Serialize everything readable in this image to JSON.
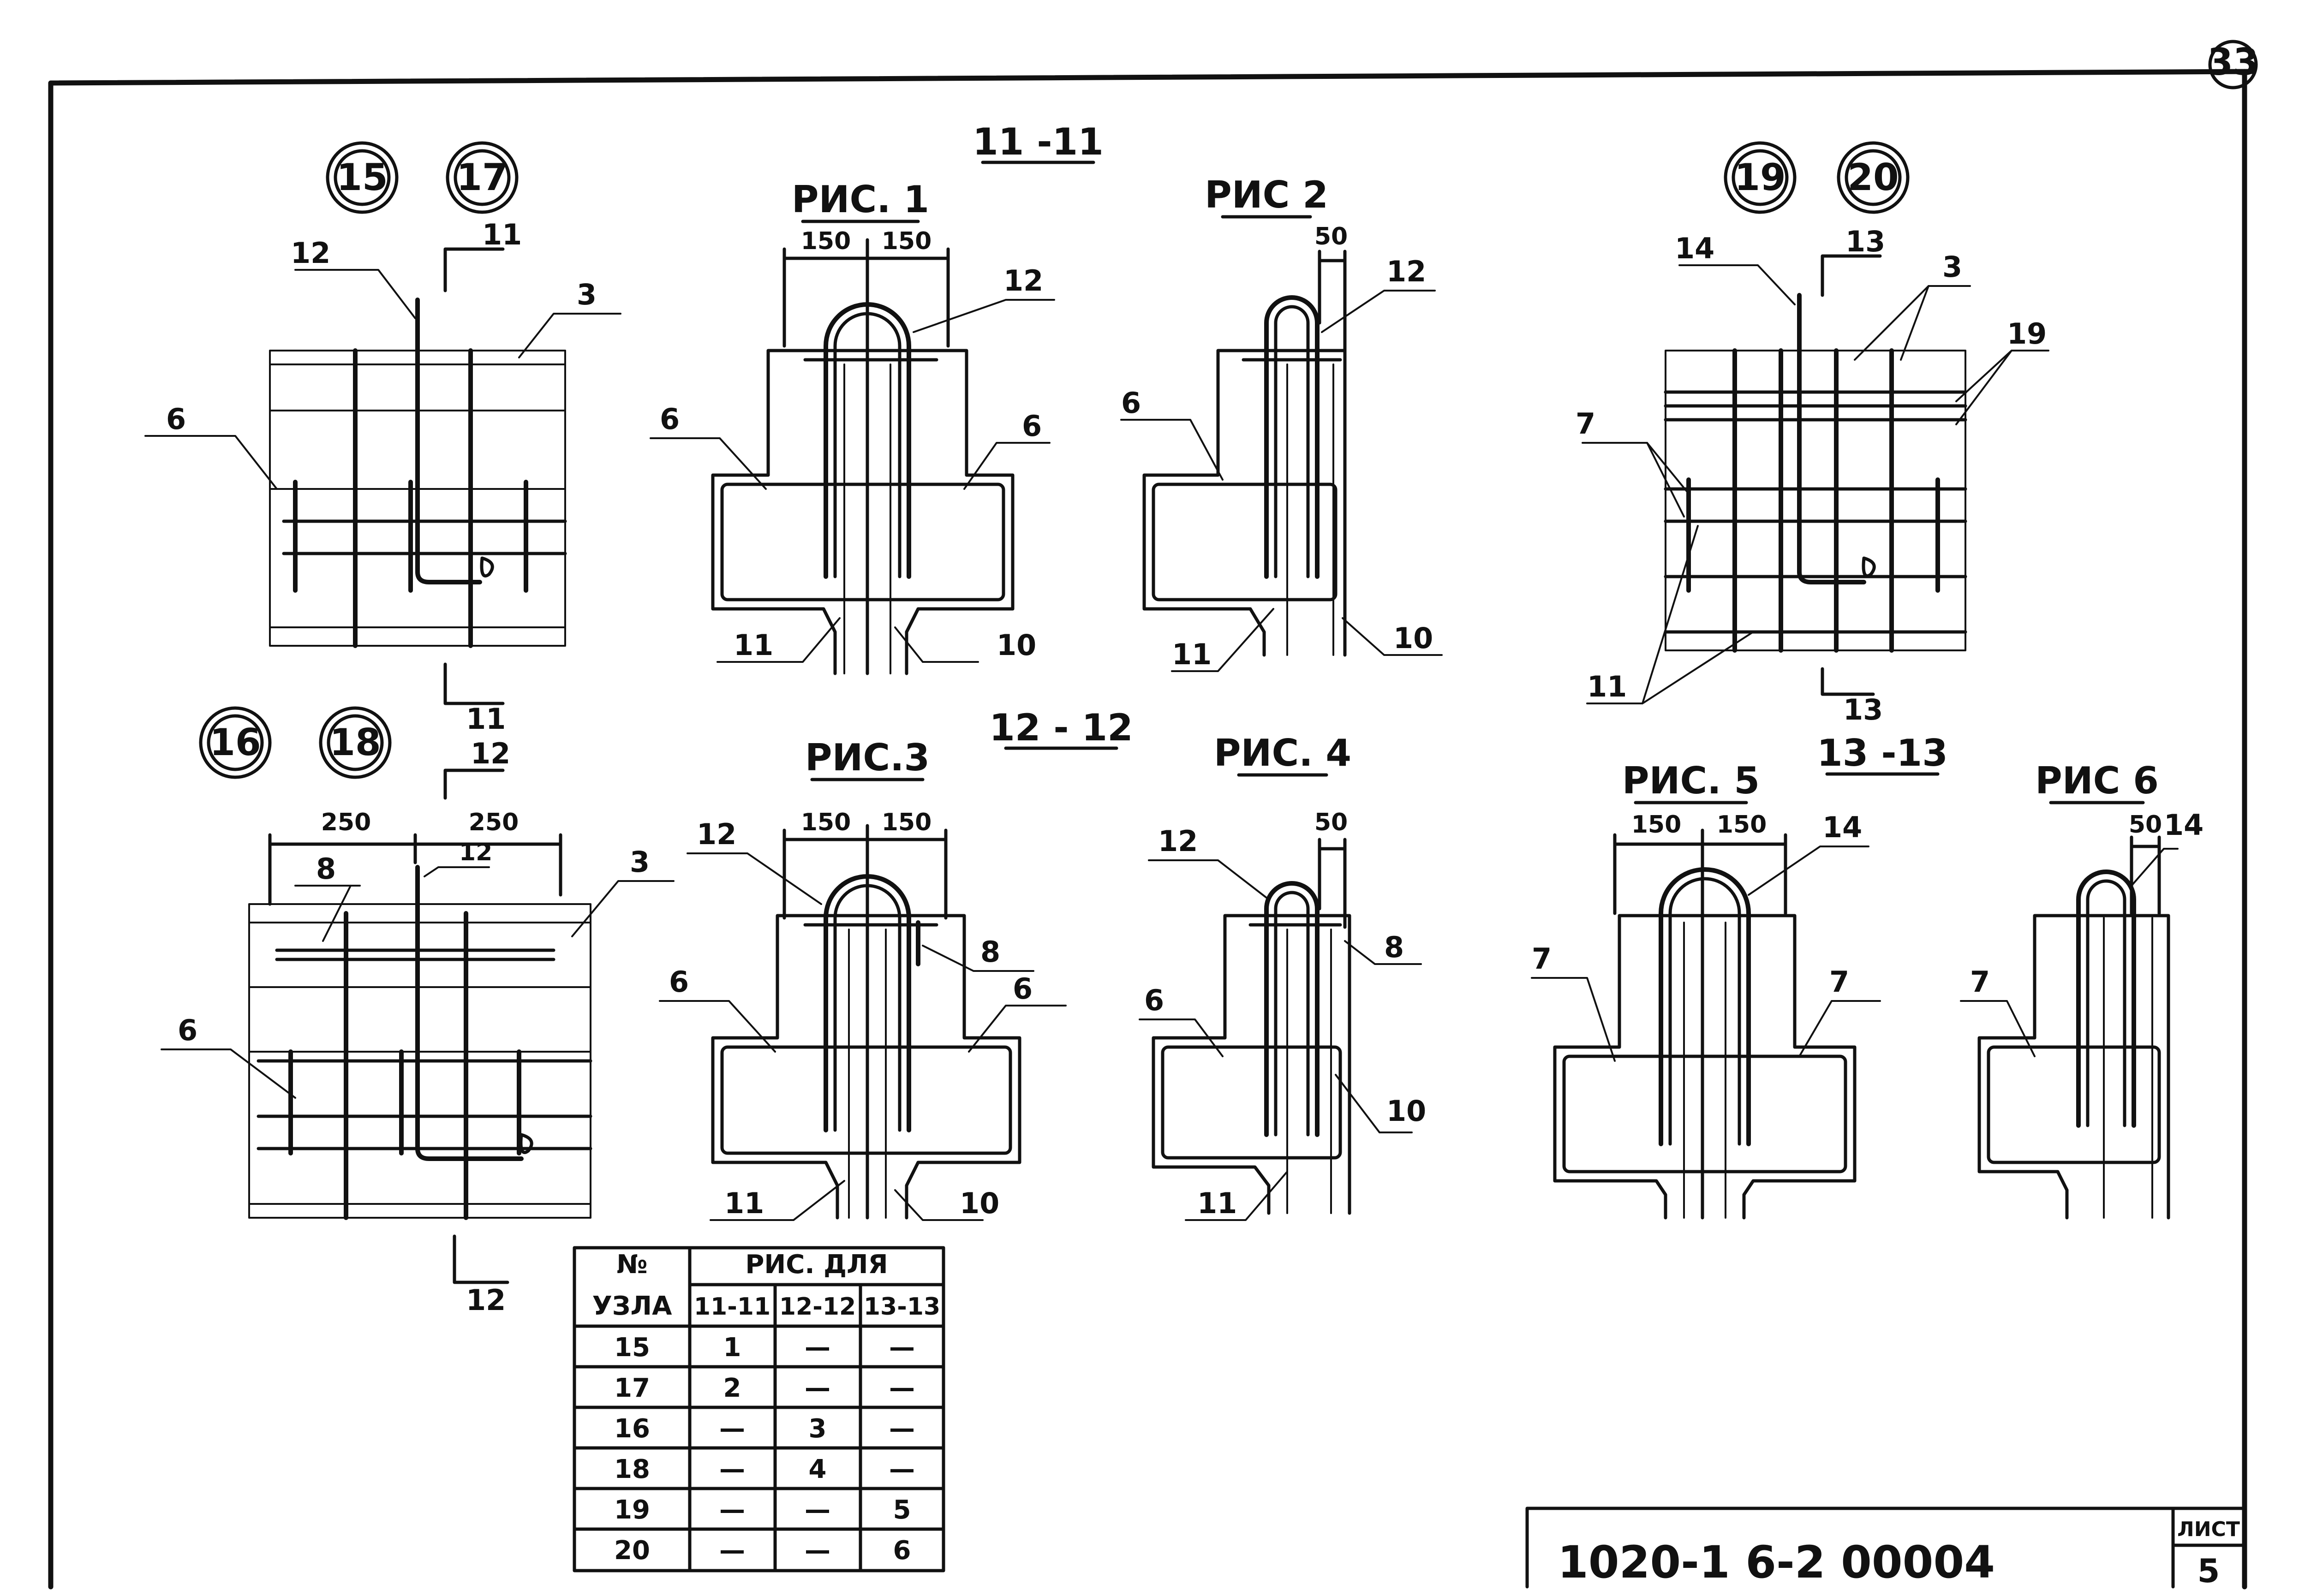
{
  "sheet_no": "33",
  "section_titles": [
    "11 -11",
    "12 - 12",
    "13 -13"
  ],
  "nodes": {
    "top_left": [
      "15",
      "17"
    ],
    "top_right": [
      "19",
      "20"
    ],
    "bottom_left": [
      "16",
      "18"
    ]
  },
  "figures": {
    "fig1": {
      "title": "РИС. 1",
      "dims": [
        "150",
        "150"
      ]
    },
    "fig2": {
      "title": "РИС 2",
      "dims": [
        "50"
      ]
    },
    "fig3": {
      "title": "РИС.3",
      "dims": [
        "150",
        "150"
      ]
    },
    "fig4": {
      "title": "РИС. 4",
      "dims": [
        "50"
      ]
    },
    "fig5": {
      "title": "РИС. 5",
      "dims": [
        "150",
        "150"
      ]
    },
    "fig6": {
      "title": "РИС 6",
      "dims": [
        "50"
      ]
    }
  },
  "section_markers": {
    "m11a": "11",
    "m11b": "11",
    "m12a": "12",
    "m12b": "12",
    "m13a": "13",
    "m13b": "13"
  },
  "plan_dims": {
    "left": "250",
    "right": "250"
  },
  "callouts": {
    "n3": "3",
    "n6": "6",
    "n7": "7",
    "n8": "8",
    "n10": "10",
    "n11": "11",
    "n12": "12",
    "n14": "14",
    "n19": "19"
  },
  "table": {
    "col_node_line1": "№",
    "col_node_line2": "УЗЛА",
    "col_fig": "РИС. ДЛЯ",
    "sub_cols": [
      "11-11",
      "12-12",
      "13-13"
    ],
    "rows": [
      {
        "node": "15",
        "c1": "1",
        "c2": "—",
        "c3": "—"
      },
      {
        "node": "17",
        "c1": "2",
        "c2": "—",
        "c3": "—"
      },
      {
        "node": "16",
        "c1": "—",
        "c2": "3",
        "c3": "—"
      },
      {
        "node": "18",
        "c1": "—",
        "c2": "4",
        "c3": "—"
      },
      {
        "node": "19",
        "c1": "—",
        "c2": "—",
        "c3": "5"
      },
      {
        "node": "20",
        "c1": "—",
        "c2": "—",
        "c3": "6"
      }
    ]
  },
  "title_block": {
    "code": "1020-1 6-2 00004",
    "sheet_label": "ЛИСТ",
    "sheet_value": "5"
  }
}
